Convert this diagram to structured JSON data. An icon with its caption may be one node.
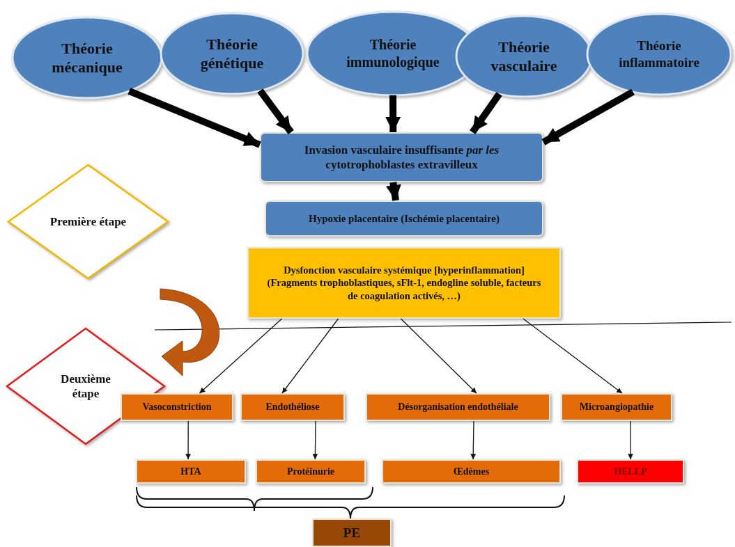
{
  "diagram": {
    "nodes": [
      {
        "text": [
          "Théorie mécanique"
        ]
      },
      {
        "text": [
          "Théorie génétique"
        ]
      },
      {
        "text": [
          "Théorie immunologique"
        ]
      },
      {
        "text": [
          "Théorie vasculaire"
        ]
      },
      {
        "text": [
          "Théorie inflammatoire"
        ]
      },
      {
        "text": [
          "Invasion vasculaire insuffisante *par les* cytotrophoblastes extravilleux"
        ]
      },
      {
        "text": [
          "Hypoxie placentaire (Ischémie placentaire)"
        ]
      },
      {
        "text": [
          "Dysfonction vasculaire systémique [hyperinflammation] (Fragments trophoblastiques, sFlt-1, endogline soluble, facteurs de coagulation activés, …)"
        ]
      },
      {
        "text": [
          "Première étape"
        ]
      },
      {
        "text": [
          "Deuxième étape"
        ]
      },
      {
        "text": [
          "Vasoconstriction"
        ]
      },
      {
        "text": [
          "Endothéliose"
        ]
      },
      {
        "text": [
          "Désorganisation endothéliale"
        ]
      },
      {
        "text": [
          "Microangiopathie"
        ]
      },
      {
        "text": [
          "HTA"
        ]
      },
      {
        "text": [
          "Protéinurie"
        ]
      },
      {
        "text": [
          "Œdèmes"
        ]
      },
      {
        "text": [
          "HELLP"
        ]
      },
      {
        "text": [
          "PE"
        ]
      }
    ],
    "edges": [
      {
        "from": 0,
        "to": 5,
        "arrow": "to",
        "style": "thick"
      },
      {
        "from": 1,
        "to": 5,
        "arrow": "to",
        "style": "thick"
      },
      {
        "from": 2,
        "to": 5,
        "arrow": "to",
        "style": "thick"
      },
      {
        "from": 3,
        "to": 5,
        "arrow": "to",
        "style": "thick"
      },
      {
        "from": 4,
        "to": 5,
        "arrow": "to",
        "style": "thick"
      },
      {
        "from": 5,
        "to": 6,
        "arrow": "to",
        "style": "thick"
      },
      {
        "from": 7,
        "to": 10,
        "arrow": "to"
      },
      {
        "from": 7,
        "to": 11,
        "arrow": "to"
      },
      {
        "from": 7,
        "to": 12,
        "arrow": "to"
      },
      {
        "from": 7,
        "to": 13,
        "arrow": "to"
      },
      {
        "from": 10,
        "to": 14,
        "arrow": "to"
      },
      {
        "from": 11,
        "to": 15,
        "arrow": "to"
      },
      {
        "from": 12,
        "to": 16,
        "arrow": "to"
      },
      {
        "from": 13,
        "to": 17,
        "arrow": "to"
      }
    ]
  }
}
